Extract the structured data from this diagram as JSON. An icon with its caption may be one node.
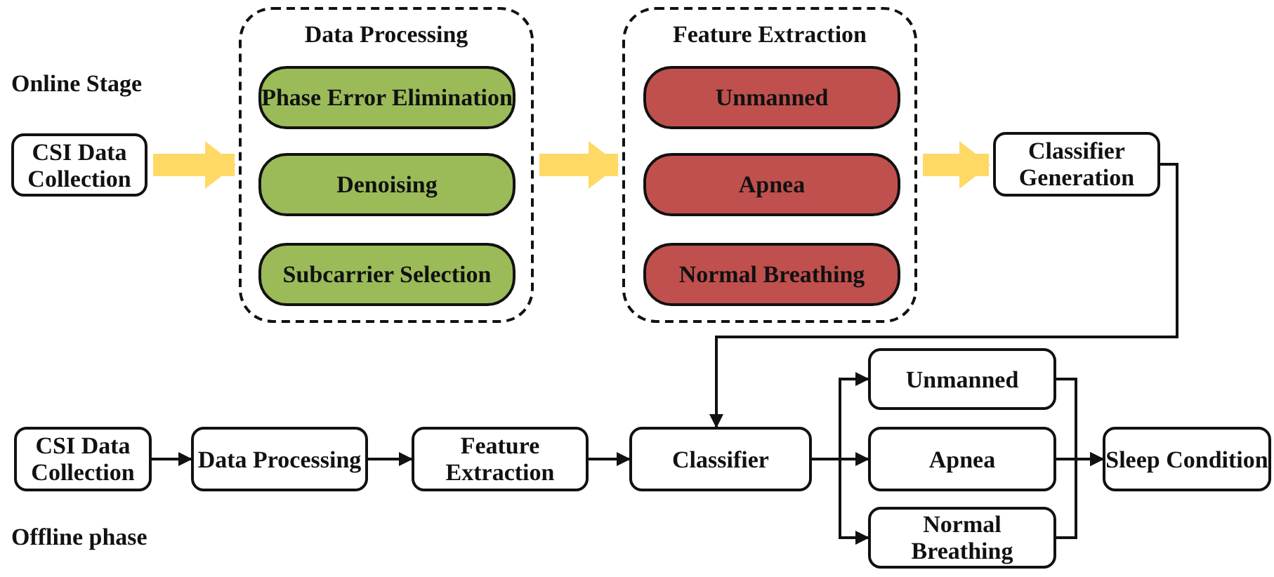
{
  "diagram": {
    "nodes": [
      {
        "text": [
          "CSI Data Collection"
        ]
      },
      {
        "text": [
          "Data Processing"
        ]
      },
      {
        "text": [
          "Phase Error Elimination"
        ],
        "in": 1
      },
      {
        "text": [
          "Denoising"
        ],
        "in": 1
      },
      {
        "text": [
          "Subcarrier Selection"
        ],
        "in": 1
      },
      {
        "text": [
          "Feature Extraction"
        ]
      },
      {
        "text": [
          "Unmanned"
        ],
        "in": 5
      },
      {
        "text": [
          "Apnea"
        ],
        "in": 5
      },
      {
        "text": [
          "Normal Breathing"
        ],
        "in": 5
      },
      {
        "text": [
          "Classifier Generation"
        ]
      },
      {
        "text": [
          "CSI Data Collection"
        ]
      },
      {
        "text": [
          "Data Processing"
        ]
      },
      {
        "text": [
          "Feature Extraction"
        ]
      },
      {
        "text": [
          "Classifier"
        ]
      },
      {
        "text": [
          "Unmanned"
        ]
      },
      {
        "text": [
          "Apnea"
        ]
      },
      {
        "text": [
          "Normal Breathing"
        ]
      },
      {
        "text": [
          "Sleep Condition"
        ]
      }
    ],
    "edges": [
      {
        "from": 0,
        "to": 1,
        "arrow": "to",
        "style": "thick",
        "color": "#ffd966"
      },
      {
        "from": 1,
        "to": 5,
        "arrow": "to",
        "style": "thick",
        "color": "#ffd966"
      },
      {
        "from": 5,
        "to": 9,
        "arrow": "to",
        "style": "thick",
        "color": "#ffd966"
      },
      {
        "from": 9,
        "to": 13,
        "arrow": "to"
      },
      {
        "from": 10,
        "to": 11,
        "arrow": "to"
      },
      {
        "from": 11,
        "to": 12,
        "arrow": "to"
      },
      {
        "from": 12,
        "to": 13,
        "arrow": "to"
      },
      {
        "from": 13,
        "to": 14,
        "arrow": "to"
      },
      {
        "from": 13,
        "to": 15,
        "arrow": "to"
      },
      {
        "from": 13,
        "to": 16,
        "arrow": "to"
      },
      {
        "from": 14,
        "to": 17,
        "arrow": "to"
      },
      {
        "from": 15,
        "to": 17,
        "arrow": "to"
      },
      {
        "from": 16,
        "to": 17,
        "arrow": "to"
      }
    ],
    "labels": [
      "Online Stage",
      "Offline phase"
    ]
  }
}
